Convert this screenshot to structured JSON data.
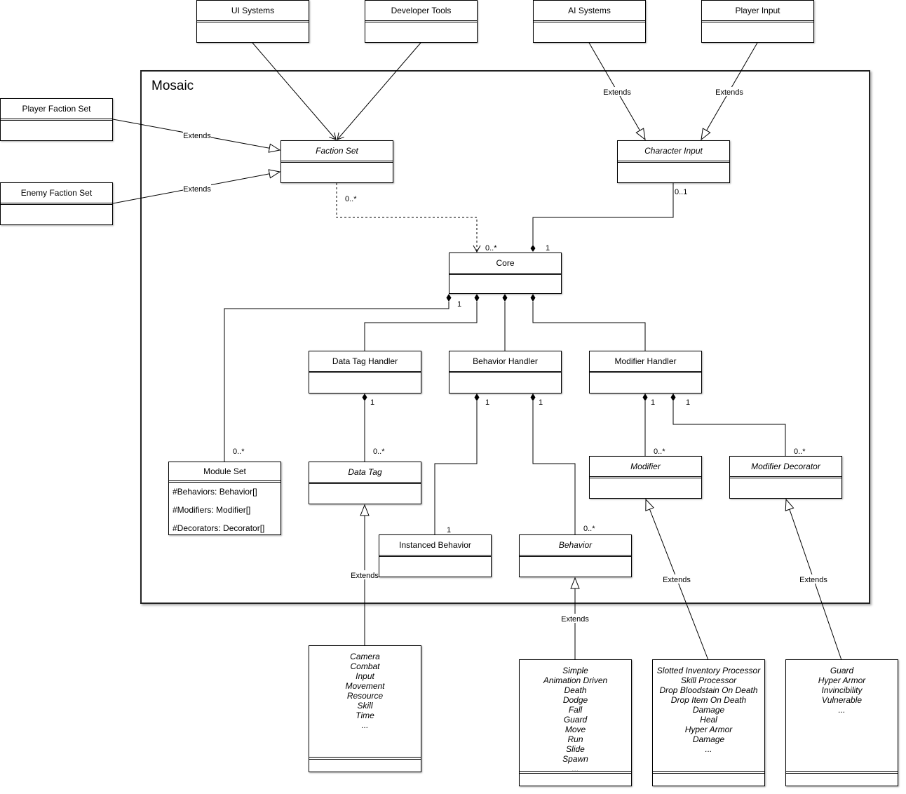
{
  "package": {
    "title": "Mosaic"
  },
  "classes": {
    "ui_systems": "UI Systems",
    "developer_tools": "Developer Tools",
    "ai_systems": "AI Systems",
    "player_input": "Player Input",
    "player_faction_set": "Player Faction Set",
    "enemy_faction_set": "Enemy Faction Set",
    "faction_set": "Faction Set",
    "character_input": "Character Input",
    "core": "Core",
    "data_tag_handler": "Data Tag Handler",
    "behavior_handler": "Behavior Handler",
    "modifier_handler": "Modifier Handler",
    "module_set": "Module Set",
    "data_tag": "Data Tag",
    "modifier": "Modifier",
    "modifier_decorator": "Modifier Decorator",
    "instanced_behavior": "Instanced Behavior",
    "behavior": "Behavior"
  },
  "module_set_attributes": [
    "#Behaviors: Behavior[]",
    "#Modifiers: Modifier[]",
    "#Decorators: Decorator[]"
  ],
  "relation_labels": {
    "extends": "Extends",
    "m_0_star": "0..*",
    "m_0_1": "0..1",
    "m_1": "1"
  },
  "lists": {
    "data_tags": [
      "Camera",
      "Combat",
      "Input",
      "Movement",
      "Resource",
      "Skill",
      "Time",
      "..."
    ],
    "behaviors": [
      "Simple",
      "Animation Driven",
      "Death",
      "Dodge",
      "Fall",
      "Guard",
      "Move",
      "Run",
      "Slide",
      "Spawn",
      "..."
    ],
    "modifiers": [
      "Slotted Inventory Processor",
      "Skill Processor",
      "Drop Bloodstain On Death",
      "Drop Item On Death",
      "Damage",
      "Heal",
      "Hyper Armor",
      "Damage",
      "..."
    ],
    "modifier_decorators": [
      "Guard",
      "Hyper Armor",
      "Invincibility",
      "Vulnerable",
      "..."
    ]
  }
}
